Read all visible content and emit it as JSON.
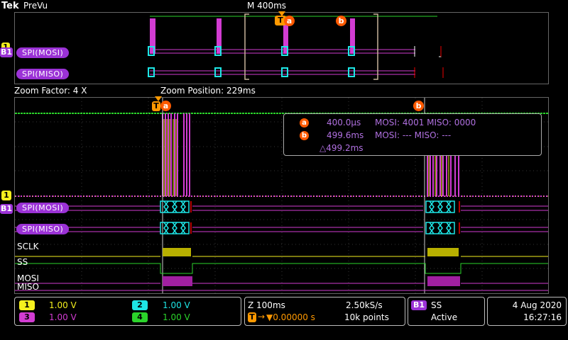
{
  "header": {
    "brand": "Tek",
    "mode": "PreVu",
    "timebase": "M 400ms"
  },
  "zoom": {
    "factor_label": "Zoom Factor: 4 X",
    "position_label": "Zoom Position: 229ms"
  },
  "markers": {
    "trigger": "T",
    "cursor_a": "a",
    "cursor_b": "b"
  },
  "buses": {
    "b1_label": "B1",
    "mosi": "SPI(MOSI)",
    "miso": "SPI(MISO)"
  },
  "channel_markers": {
    "ch1": "1"
  },
  "digital_labels": {
    "sclk": "SCLK",
    "ss": "SS",
    "mosi": "MOSI",
    "miso": "MISO"
  },
  "cursor_readout": {
    "a_time": "400.0µs",
    "a_decode": "MOSI: 4001 MISO: 0000",
    "b_time": "499.6ms",
    "b_decode": "MOSI: --- MISO: ---",
    "delta": "△499.2ms"
  },
  "channels_panel": {
    "ch1_num": "1",
    "ch1_scale": "1.00 V",
    "ch2_num": "2",
    "ch2_scale": "1.00 V",
    "ch3_num": "3",
    "ch3_scale": "1.00 V",
    "ch4_num": "4",
    "ch4_scale": "1.00 V",
    "colors": {
      "ch1": "#f5f01e",
      "ch2": "#1ee6e6",
      "ch3": "#d23cd2",
      "ch4": "#2bd42b"
    }
  },
  "acq_panel": {
    "zoom_scale": "Z 100ms",
    "trigger_offset": "▼0.00000 s",
    "sample_rate": "2.50kS/s",
    "record_length": "10k points"
  },
  "trigger_panel": {
    "source_badge": "B1",
    "source": "SS",
    "state": "Active"
  },
  "datetime": {
    "date": "4 Aug 2020",
    "time": "16:27:16"
  }
}
